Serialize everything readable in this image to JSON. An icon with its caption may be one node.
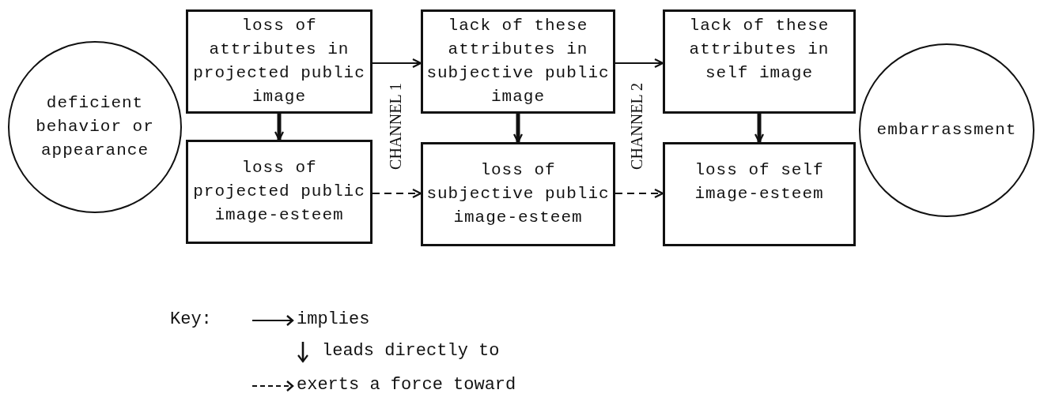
{
  "diagram": {
    "nodes": [
      {
        "text": [
          "deficient behavior or appearance"
        ]
      },
      {
        "text": [
          "loss of attributes in projected public image"
        ]
      },
      {
        "text": [
          "lack of these attributes in subjective public image"
        ]
      },
      {
        "text": [
          "lack of these attributes in self image"
        ]
      },
      {
        "text": [
          "loss of projected public image-esteem"
        ]
      },
      {
        "text": [
          "loss of subjective public image-esteem"
        ]
      },
      {
        "text": [
          "loss of self image-esteem"
        ]
      },
      {
        "text": [
          "embarrassment"
        ]
      }
    ],
    "edges": [
      {
        "from": 1,
        "to": 2,
        "arrow": "to"
      },
      {
        "from": 2,
        "to": 3,
        "arrow": "to"
      },
      {
        "from": 1,
        "to": 4,
        "arrow": "to",
        "style": "thick"
      },
      {
        "from": 2,
        "to": 5,
        "arrow": "to",
        "style": "thick"
      },
      {
        "from": 3,
        "to": 6,
        "arrow": "to",
        "style": "thick"
      },
      {
        "from": 4,
        "to": 5,
        "arrow": "to",
        "style": "dashed"
      },
      {
        "from": 5,
        "to": 6,
        "arrow": "to",
        "style": "dashed"
      }
    ],
    "labels": [
      "CHANNEL 1",
      "CHANNEL 2",
      "Key:"
    ],
    "legend": [
      {
        "text": "implies"
      },
      {
        "text": "leads directly to"
      },
      {
        "text": "exerts a force toward"
      }
    ]
  }
}
